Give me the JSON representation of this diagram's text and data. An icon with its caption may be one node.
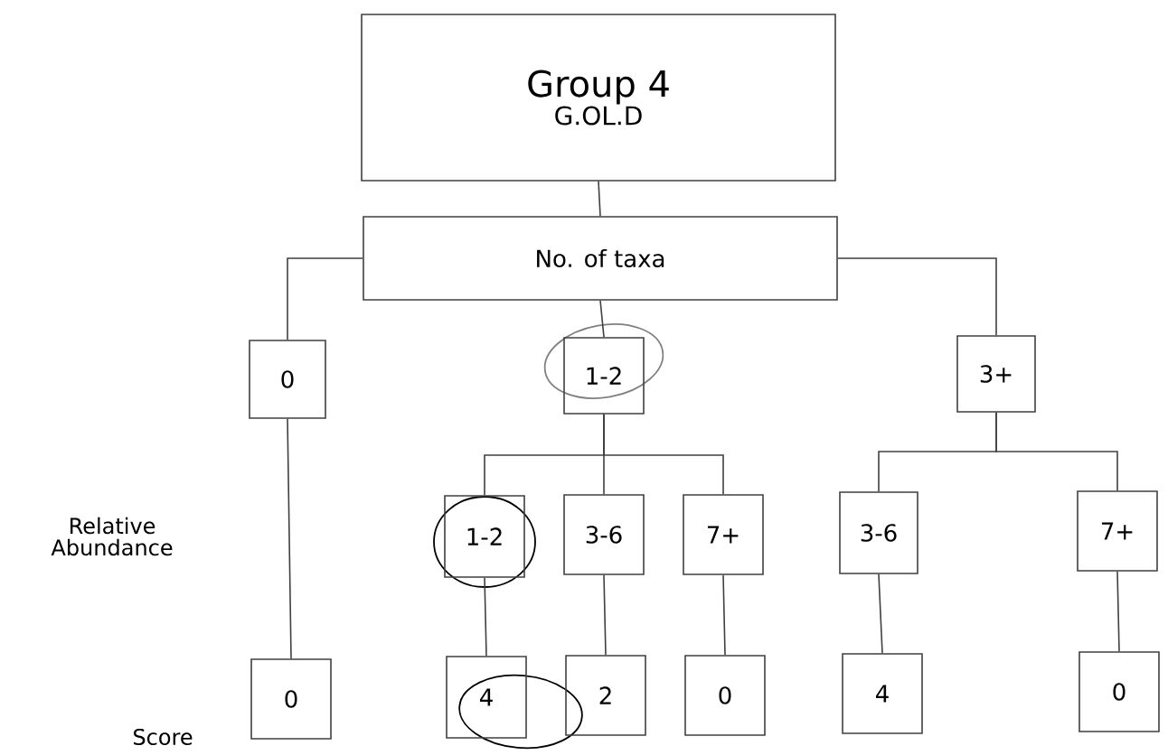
{
  "diagram": {
    "nodes": [
      {
        "text": [
          "Group 4",
          "G.OL.D"
        ]
      },
      {
        "text": [
          "No. of taxa"
        ]
      },
      {
        "text": [
          "0"
        ]
      },
      {
        "text": [
          "1-2"
        ]
      },
      {
        "text": [
          "3+"
        ]
      },
      {
        "text": [
          "1-2"
        ]
      },
      {
        "text": [
          "3-6"
        ]
      },
      {
        "text": [
          "7+"
        ]
      },
      {
        "text": [
          "3-6"
        ]
      },
      {
        "text": [
          "7+"
        ]
      },
      {
        "text": [
          "0"
        ]
      },
      {
        "text": [
          "4"
        ]
      },
      {
        "text": [
          "2"
        ]
      },
      {
        "text": [
          "0"
        ]
      },
      {
        "text": [
          "4"
        ]
      },
      {
        "text": [
          "0"
        ]
      }
    ],
    "edges": [
      {
        "from": 0,
        "to": 1,
        "arrow": "none"
      },
      {
        "from": 1,
        "to": 2,
        "arrow": "none"
      },
      {
        "from": 1,
        "to": 3,
        "arrow": "none"
      },
      {
        "from": 1,
        "to": 4,
        "arrow": "none"
      },
      {
        "from": 3,
        "to": 5,
        "arrow": "none"
      },
      {
        "from": 3,
        "to": 6,
        "arrow": "none"
      },
      {
        "from": 3,
        "to": 7,
        "arrow": "none"
      },
      {
        "from": 4,
        "to": 8,
        "arrow": "none"
      },
      {
        "from": 4,
        "to": 9,
        "arrow": "none"
      },
      {
        "from": 2,
        "to": 10,
        "arrow": "none"
      },
      {
        "from": 5,
        "to": 11,
        "arrow": "none"
      },
      {
        "from": 6,
        "to": 12,
        "arrow": "none"
      },
      {
        "from": 7,
        "to": 13,
        "arrow": "none"
      },
      {
        "from": 8,
        "to": 14,
        "arrow": "none"
      },
      {
        "from": 9,
        "to": 15,
        "arrow": "none"
      }
    ],
    "labels": [
      "Relative Abundance",
      "Score"
    ]
  }
}
